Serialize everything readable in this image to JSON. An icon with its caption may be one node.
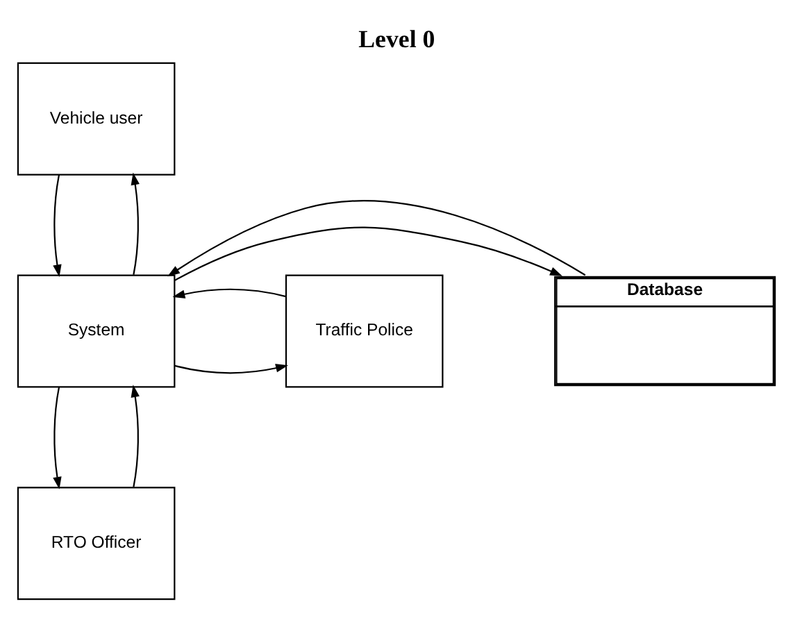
{
  "diagram": {
    "title": "Level 0",
    "nodes": [
      {
        "text": [
          "Vehicle user"
        ]
      },
      {
        "text": [
          "Database"
        ]
      },
      {
        "text": [
          "System"
        ]
      },
      {
        "text": [
          "Traffic Police"
        ]
      },
      {
        "text": [
          "RTO Officer"
        ]
      }
    ],
    "edges": [
      {
        "from": 2,
        "to": 0,
        "arrow": "to"
      },
      {
        "from": 0,
        "to": 2,
        "arrow": "to"
      },
      {
        "from": 2,
        "to": 1,
        "arrow": "to"
      },
      {
        "from": 1,
        "to": 2,
        "arrow": "to"
      },
      {
        "from": 2,
        "to": 3,
        "arrow": "to"
      },
      {
        "from": 3,
        "to": 2,
        "arrow": "to"
      },
      {
        "from": 2,
        "to": 4,
        "arrow": "to"
      },
      {
        "from": 4,
        "to": 2,
        "arrow": "to"
      }
    ]
  }
}
